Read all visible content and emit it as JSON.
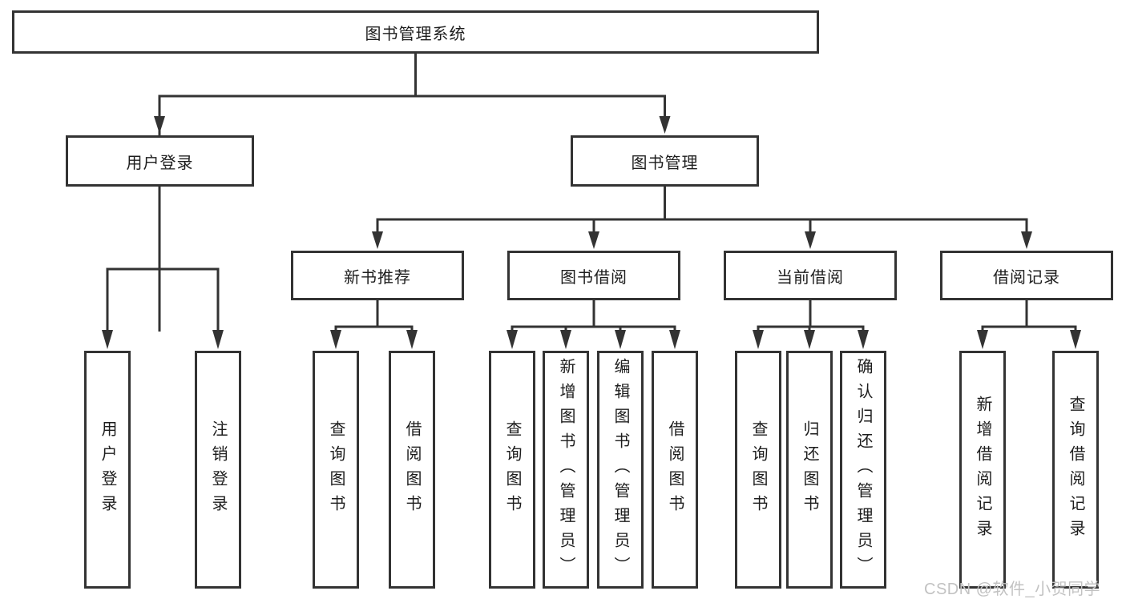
{
  "tree": {
    "root": {
      "label": "图书管理系统"
    },
    "level2": [
      {
        "label": "用户登录"
      },
      {
        "label": "图书管理"
      }
    ],
    "level3": [
      {
        "label": "新书推荐"
      },
      {
        "label": "图书借阅"
      },
      {
        "label": "当前借阅"
      },
      {
        "label": "借阅记录"
      }
    ],
    "leaves": [
      {
        "label": "用户登录"
      },
      {
        "label": "注销登录"
      },
      {
        "label": "查询图书"
      },
      {
        "label": "借阅图书"
      },
      {
        "label": "查询图书"
      },
      {
        "label": "新增图书（管理员）"
      },
      {
        "label": "编辑图书（管理员）"
      },
      {
        "label": "借阅图书"
      },
      {
        "label": "查询图书"
      },
      {
        "label": "归还图书"
      },
      {
        "label": "确认归还（管理员）"
      },
      {
        "label": "新增借阅记录"
      },
      {
        "label": "查询借阅记录"
      }
    ]
  },
  "watermark": {
    "text": "CSDN @软件_小贺同学"
  },
  "colors": {
    "line": "#333333",
    "text": "#1d1d1d",
    "background": "#ffffff",
    "watermark": "#c2c2c2"
  }
}
